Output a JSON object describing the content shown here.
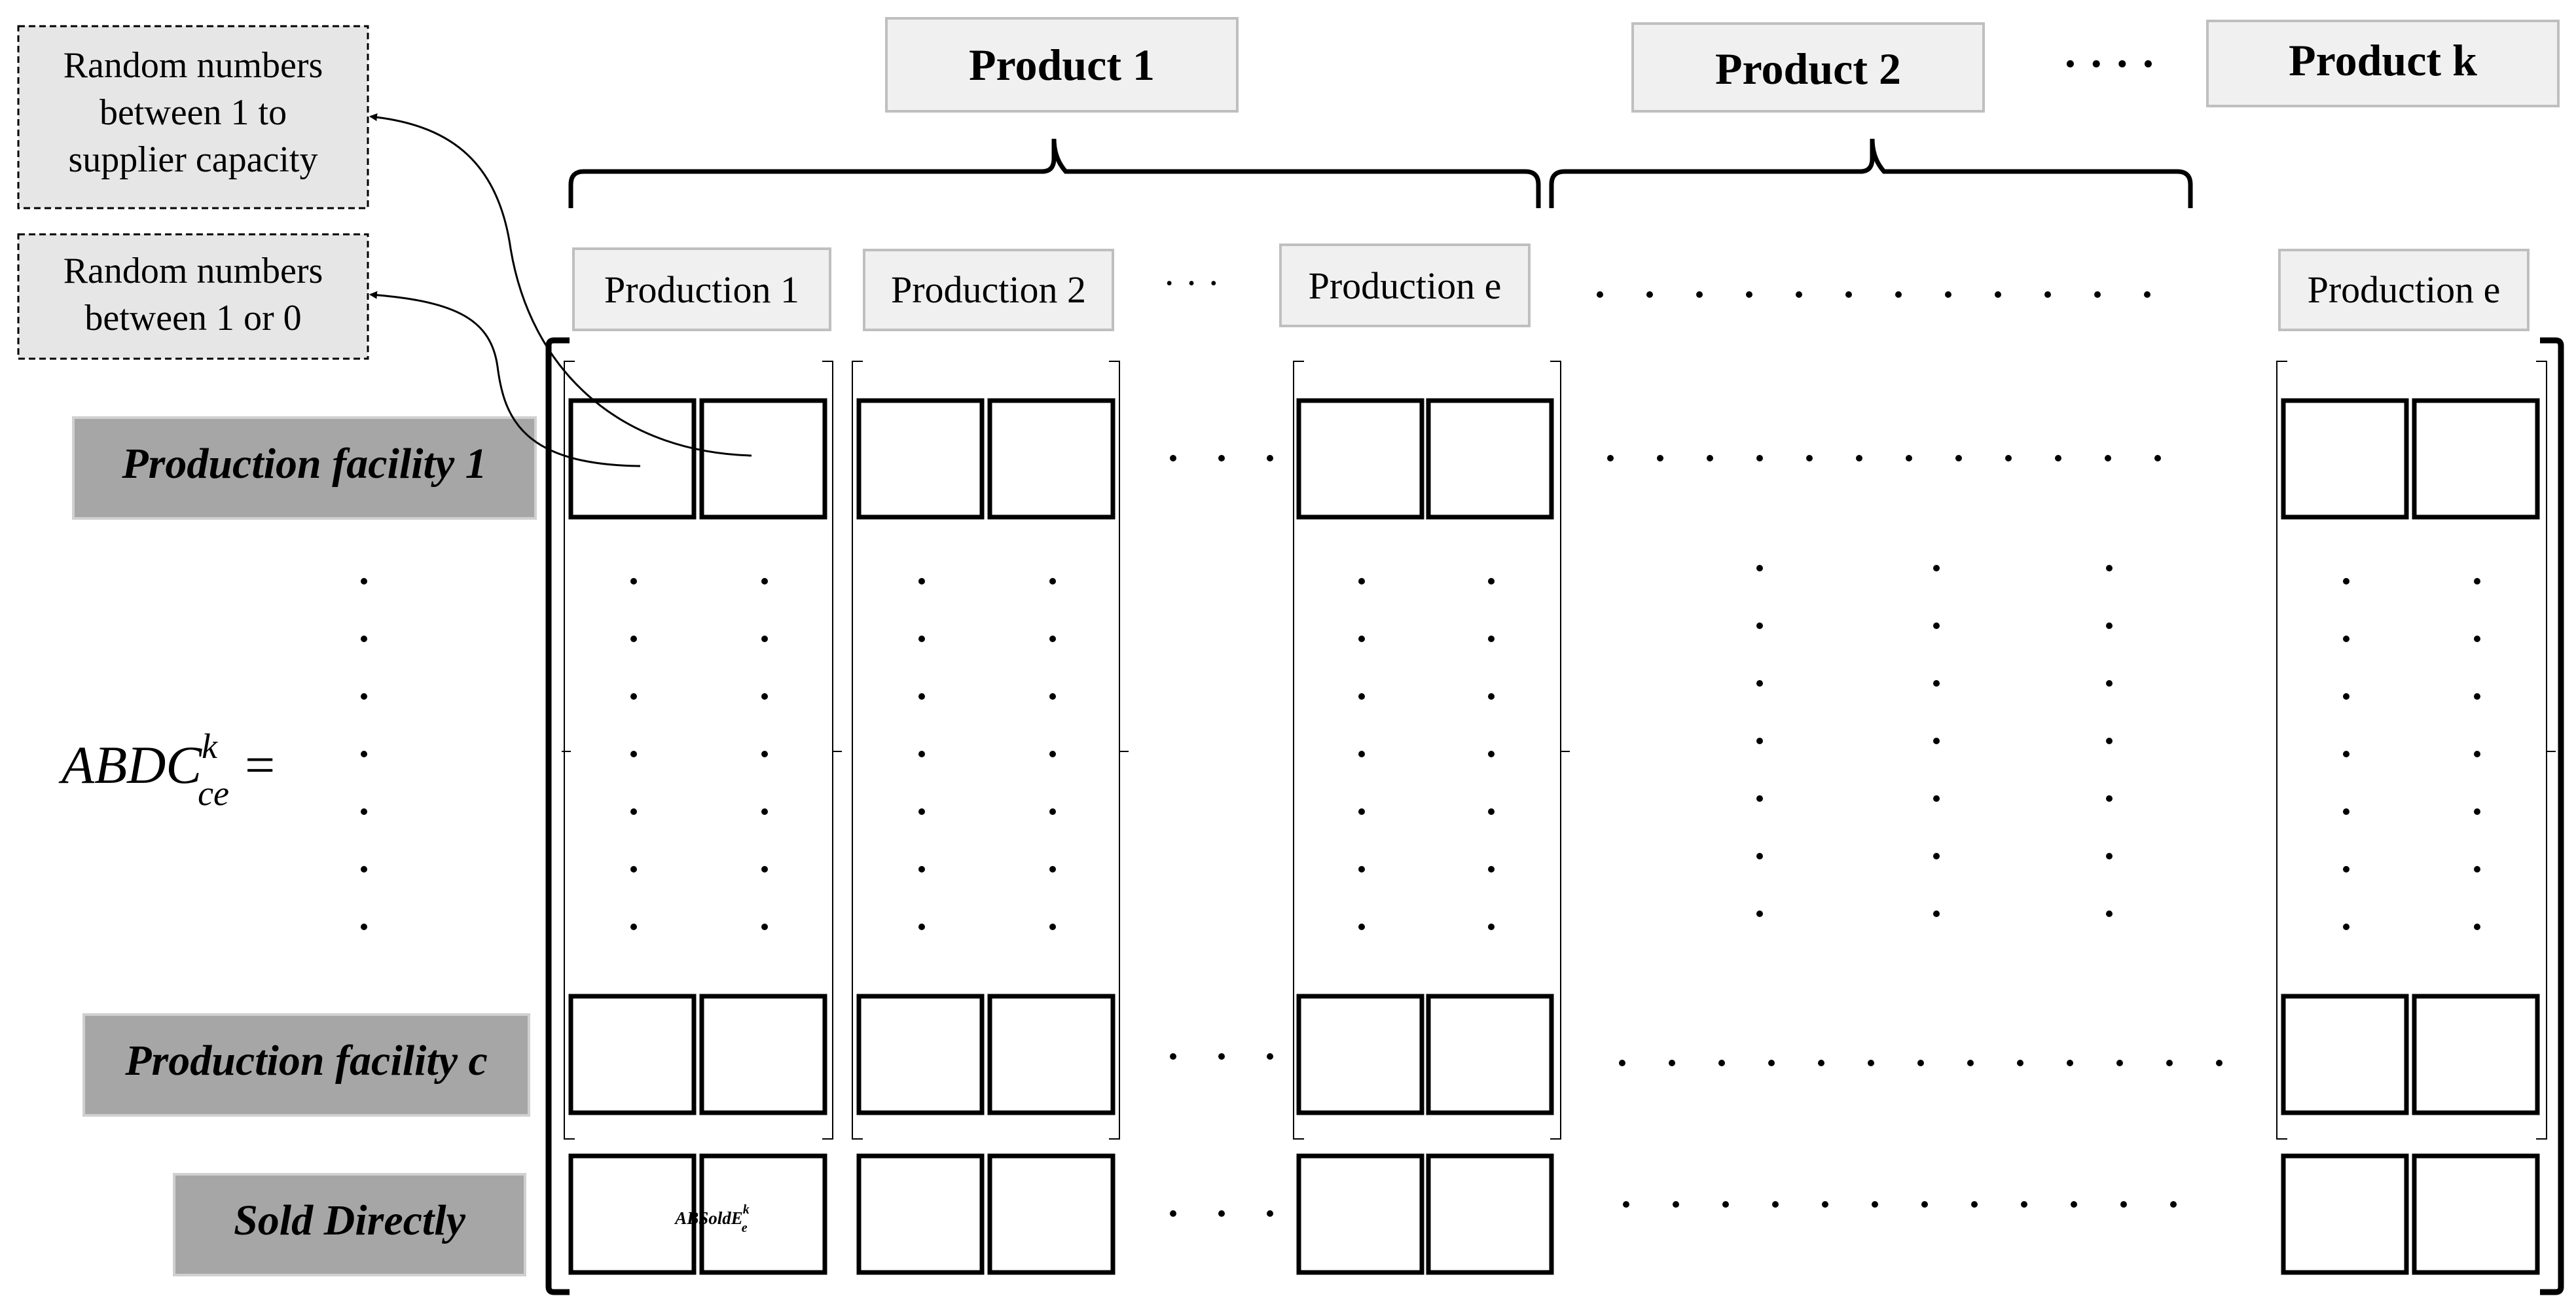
{
  "callouts": {
    "supplier": [
      "Random numbers",
      "between 1 to",
      "supplier capacity"
    ],
    "binary": [
      "Random numbers",
      "between 1 or 0"
    ]
  },
  "products": {
    "p1": "Product 1",
    "p2": "Product 2",
    "pk": "Product k",
    "between_ellipsis": "· · · ·"
  },
  "productions": {
    "p1": "Production 1",
    "p2": "Production 2",
    "pe": "Production e",
    "pe_last": "Production e",
    "ellipsis": "· · ·"
  },
  "rows": {
    "facility_1": "Production facility 1",
    "facility_c": "Production facility c",
    "sold_directly": "Sold Directly"
  },
  "formula": {
    "lhs": "ABDC",
    "superscript": "k",
    "subscript": "ce",
    "equals": "="
  },
  "cell_label": {
    "main": "ABSoldE",
    "superscript": "k",
    "subscript": "e"
  },
  "colors": {
    "callout_fill": "#e6e6e6",
    "header_fill": "#f0f0f0",
    "row_label_fill": "#a6a6a6",
    "stroke": "#000000"
  }
}
